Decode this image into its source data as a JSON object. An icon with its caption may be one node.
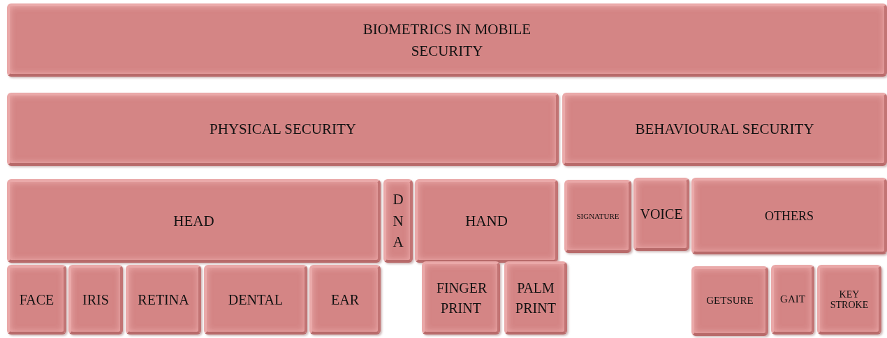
{
  "diagram": {
    "nodes": [
      {
        "text": [
          "BIOMETRICS IN MOBILE SECURITY"
        ]
      },
      {
        "text": [
          "PHYSICAL SECURITY"
        ]
      },
      {
        "text": [
          "BEHAVIOURAL SECURITY"
        ]
      },
      {
        "text": [
          "HEAD"
        ]
      },
      {
        "text": [
          "DNA"
        ]
      },
      {
        "text": [
          "HAND"
        ]
      },
      {
        "text": [
          "SIGNATURE"
        ]
      },
      {
        "text": [
          "VOICE"
        ]
      },
      {
        "text": [
          "OTHERS"
        ]
      },
      {
        "text": [
          "FACE"
        ]
      },
      {
        "text": [
          "IRIS"
        ]
      },
      {
        "text": [
          "RETINA"
        ]
      },
      {
        "text": [
          "DENTAL"
        ]
      },
      {
        "text": [
          "EAR"
        ]
      },
      {
        "text": [
          "FINGER PRINT"
        ]
      },
      {
        "text": [
          "PALM PRINT"
        ]
      },
      {
        "text": [
          "GETSURE"
        ]
      },
      {
        "text": [
          "GAIT"
        ]
      },
      {
        "text": [
          "KEY STROKE"
        ]
      }
    ]
  }
}
